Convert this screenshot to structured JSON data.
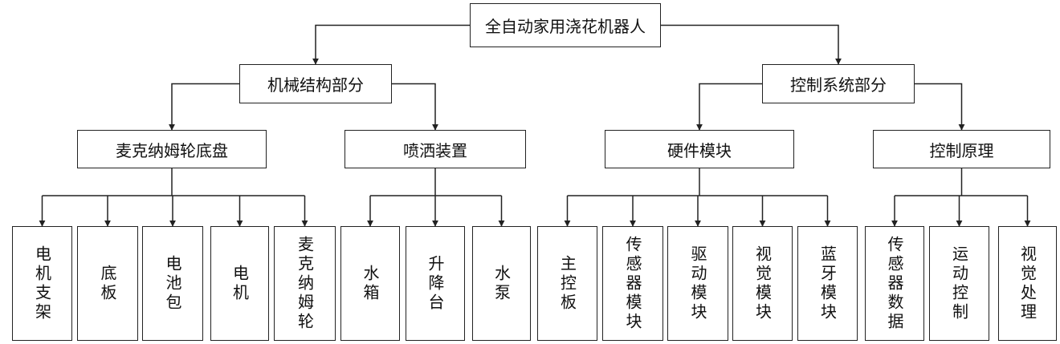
{
  "diagram": {
    "root": "全自动家用浇花机器人",
    "branches": [
      {
        "label": "机械结构部分",
        "groups": [
          {
            "label": "麦克纳姆轮底盘",
            "leaves": [
              "电机支架",
              "底板",
              "电池包",
              "电机",
              "麦克纳姆轮"
            ]
          },
          {
            "label": "喷洒装置",
            "leaves": [
              "水箱",
              "升降台",
              "水泵"
            ]
          }
        ]
      },
      {
        "label": "控制系统部分",
        "groups": [
          {
            "label": "硬件模块",
            "leaves": [
              "主控板",
              "传感器模块",
              "驱动模块",
              "视觉模块",
              "蓝牙模块"
            ]
          },
          {
            "label": "控制原理",
            "leaves": [
              "传感器数据",
              "运动控制",
              "视觉处理"
            ]
          }
        ]
      }
    ]
  }
}
